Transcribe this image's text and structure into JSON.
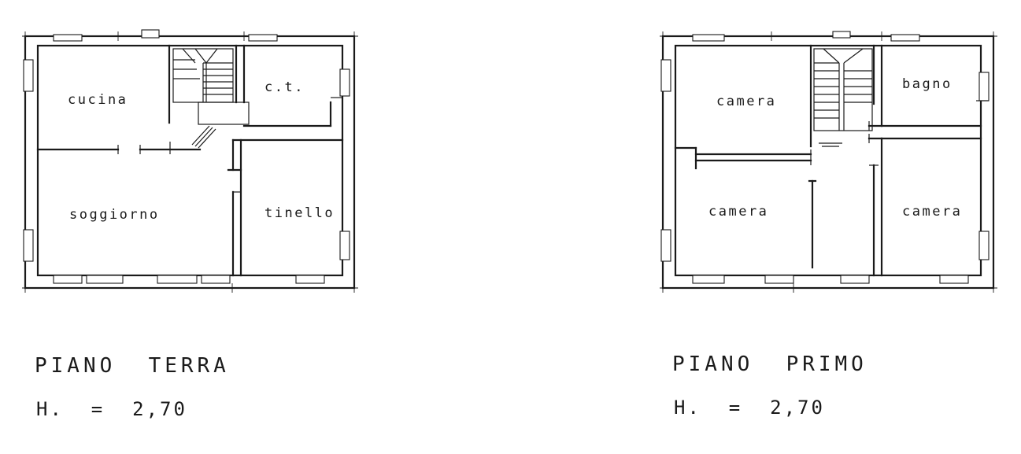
{
  "floors": [
    {
      "id": "ground",
      "title": "PIANO  TERRA",
      "height_label": "H.  =  2,70",
      "rooms": [
        "cucina",
        "c.t.",
        "soggiorno",
        "tinello"
      ]
    },
    {
      "id": "first",
      "title": "PIANO  PRIMO",
      "height_label": "H.  =  2,70",
      "rooms": [
        "camera",
        "bagno",
        "camera",
        "camera"
      ]
    }
  ],
  "colors": {
    "ink": "#1a1a1a",
    "paper": "#ffffff"
  }
}
